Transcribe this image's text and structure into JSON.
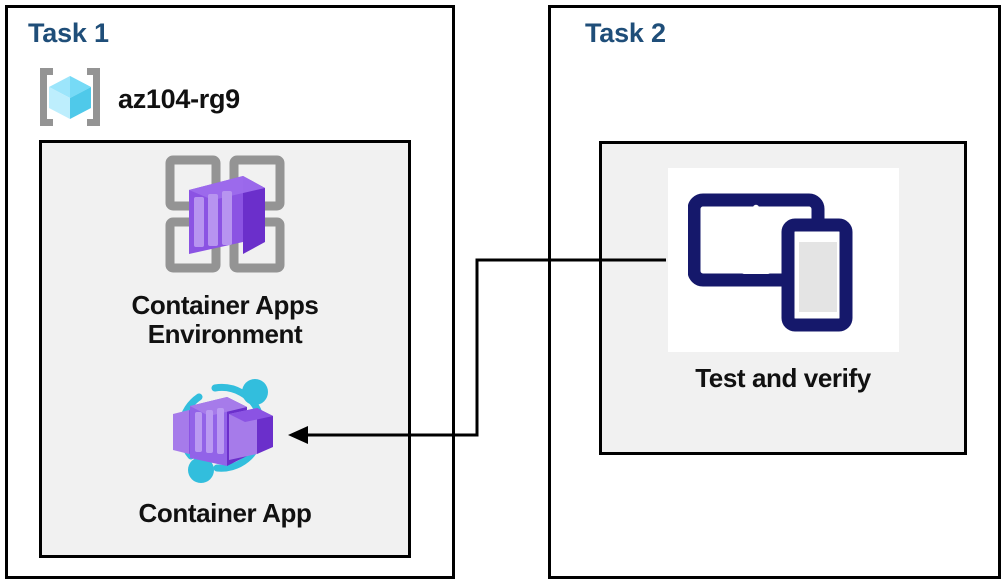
{
  "diagram": {
    "title_color": "#1F4E79",
    "background": "#ffffff",
    "panel_fill": "#f1f1f1",
    "border_color": "#000000",
    "connector_color": "#000000"
  },
  "task1": {
    "title": "Task 1",
    "resource_group": {
      "icon": "azure-resource-group-icon",
      "label": "az104-rg9"
    },
    "resources": [
      {
        "icon": "container-apps-environment-icon",
        "label": "Container Apps\nEnvironment"
      },
      {
        "icon": "container-app-icon",
        "label": "Container App"
      }
    ]
  },
  "task2": {
    "title": "Task 2",
    "resources": [
      {
        "icon": "test-and-verify-devices-icon",
        "label": "Test and verify"
      }
    ]
  },
  "connector": {
    "from": "test-and-verify-devices-icon",
    "to": "container-app-icon",
    "arrow_direction": "left",
    "style": "elbow"
  },
  "palette": {
    "cube_cyan_light": "#9CE5FB",
    "cube_cyan_mid": "#50D9F5",
    "cube_cyan_dark": "#31C3E8",
    "bracket_gray": "#949494",
    "container_purple_light": "#A67BEA",
    "container_purple_mid": "#8B53E3",
    "container_purple_dark": "#6B2FCB",
    "ring_cyan": "#32BEDD",
    "device_navy": "#15186B"
  }
}
